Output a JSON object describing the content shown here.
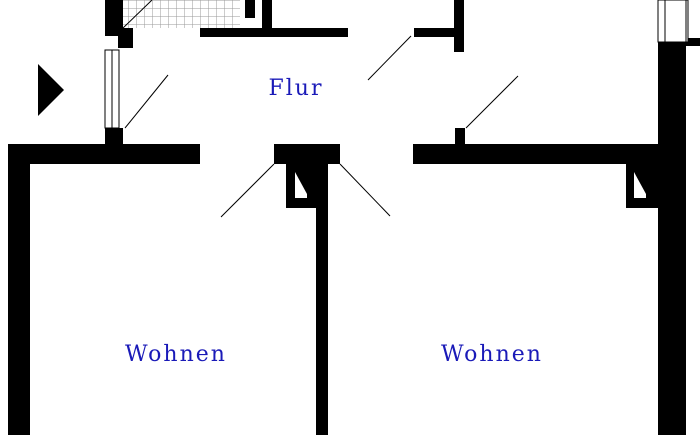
{
  "floorplan": {
    "rooms": [
      {
        "id": "flur",
        "label": "Flur"
      },
      {
        "id": "wohnen-left",
        "label": "Wohnen"
      },
      {
        "id": "wohnen-right",
        "label": "Wohnen"
      }
    ]
  },
  "colors": {
    "wall": "#000000",
    "label": "#1a1ab8",
    "background": "#ffffff",
    "tile_grid": "#9a9a9a"
  },
  "icons": {
    "entrance_marker": "triangle-right-icon"
  }
}
